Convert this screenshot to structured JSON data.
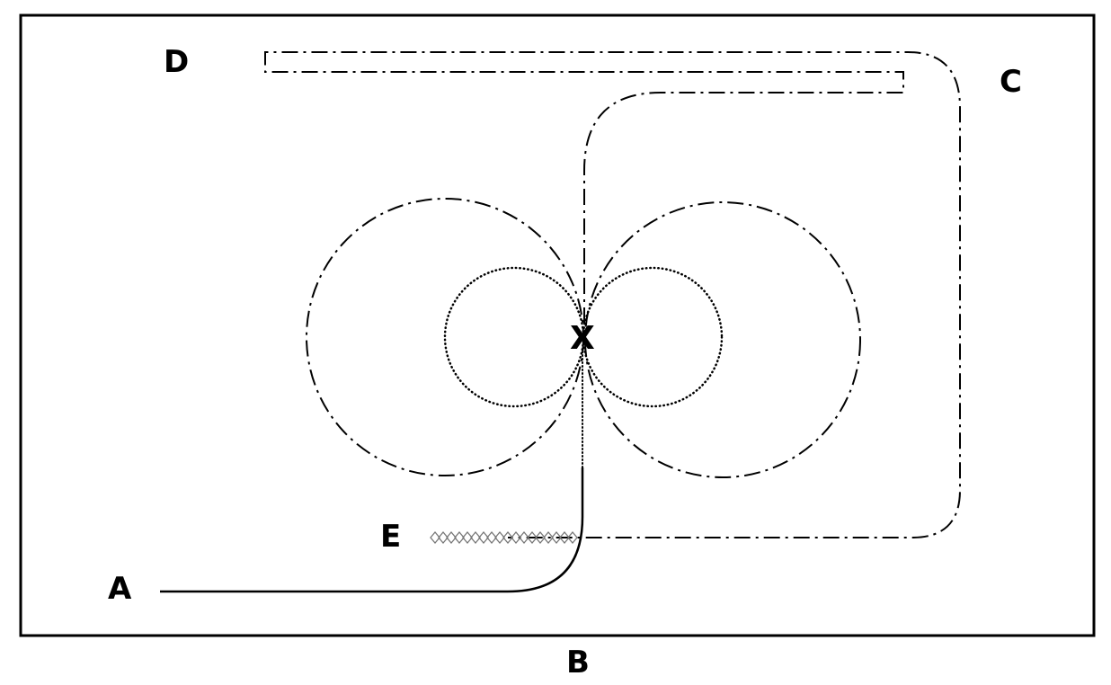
{
  "labels": {
    "a": "A",
    "b": "B",
    "c": "C",
    "d": "D",
    "e": "E",
    "x": "X"
  },
  "colors": {
    "line": "#000000",
    "background": "#ffffff",
    "diamond": "#777777"
  }
}
